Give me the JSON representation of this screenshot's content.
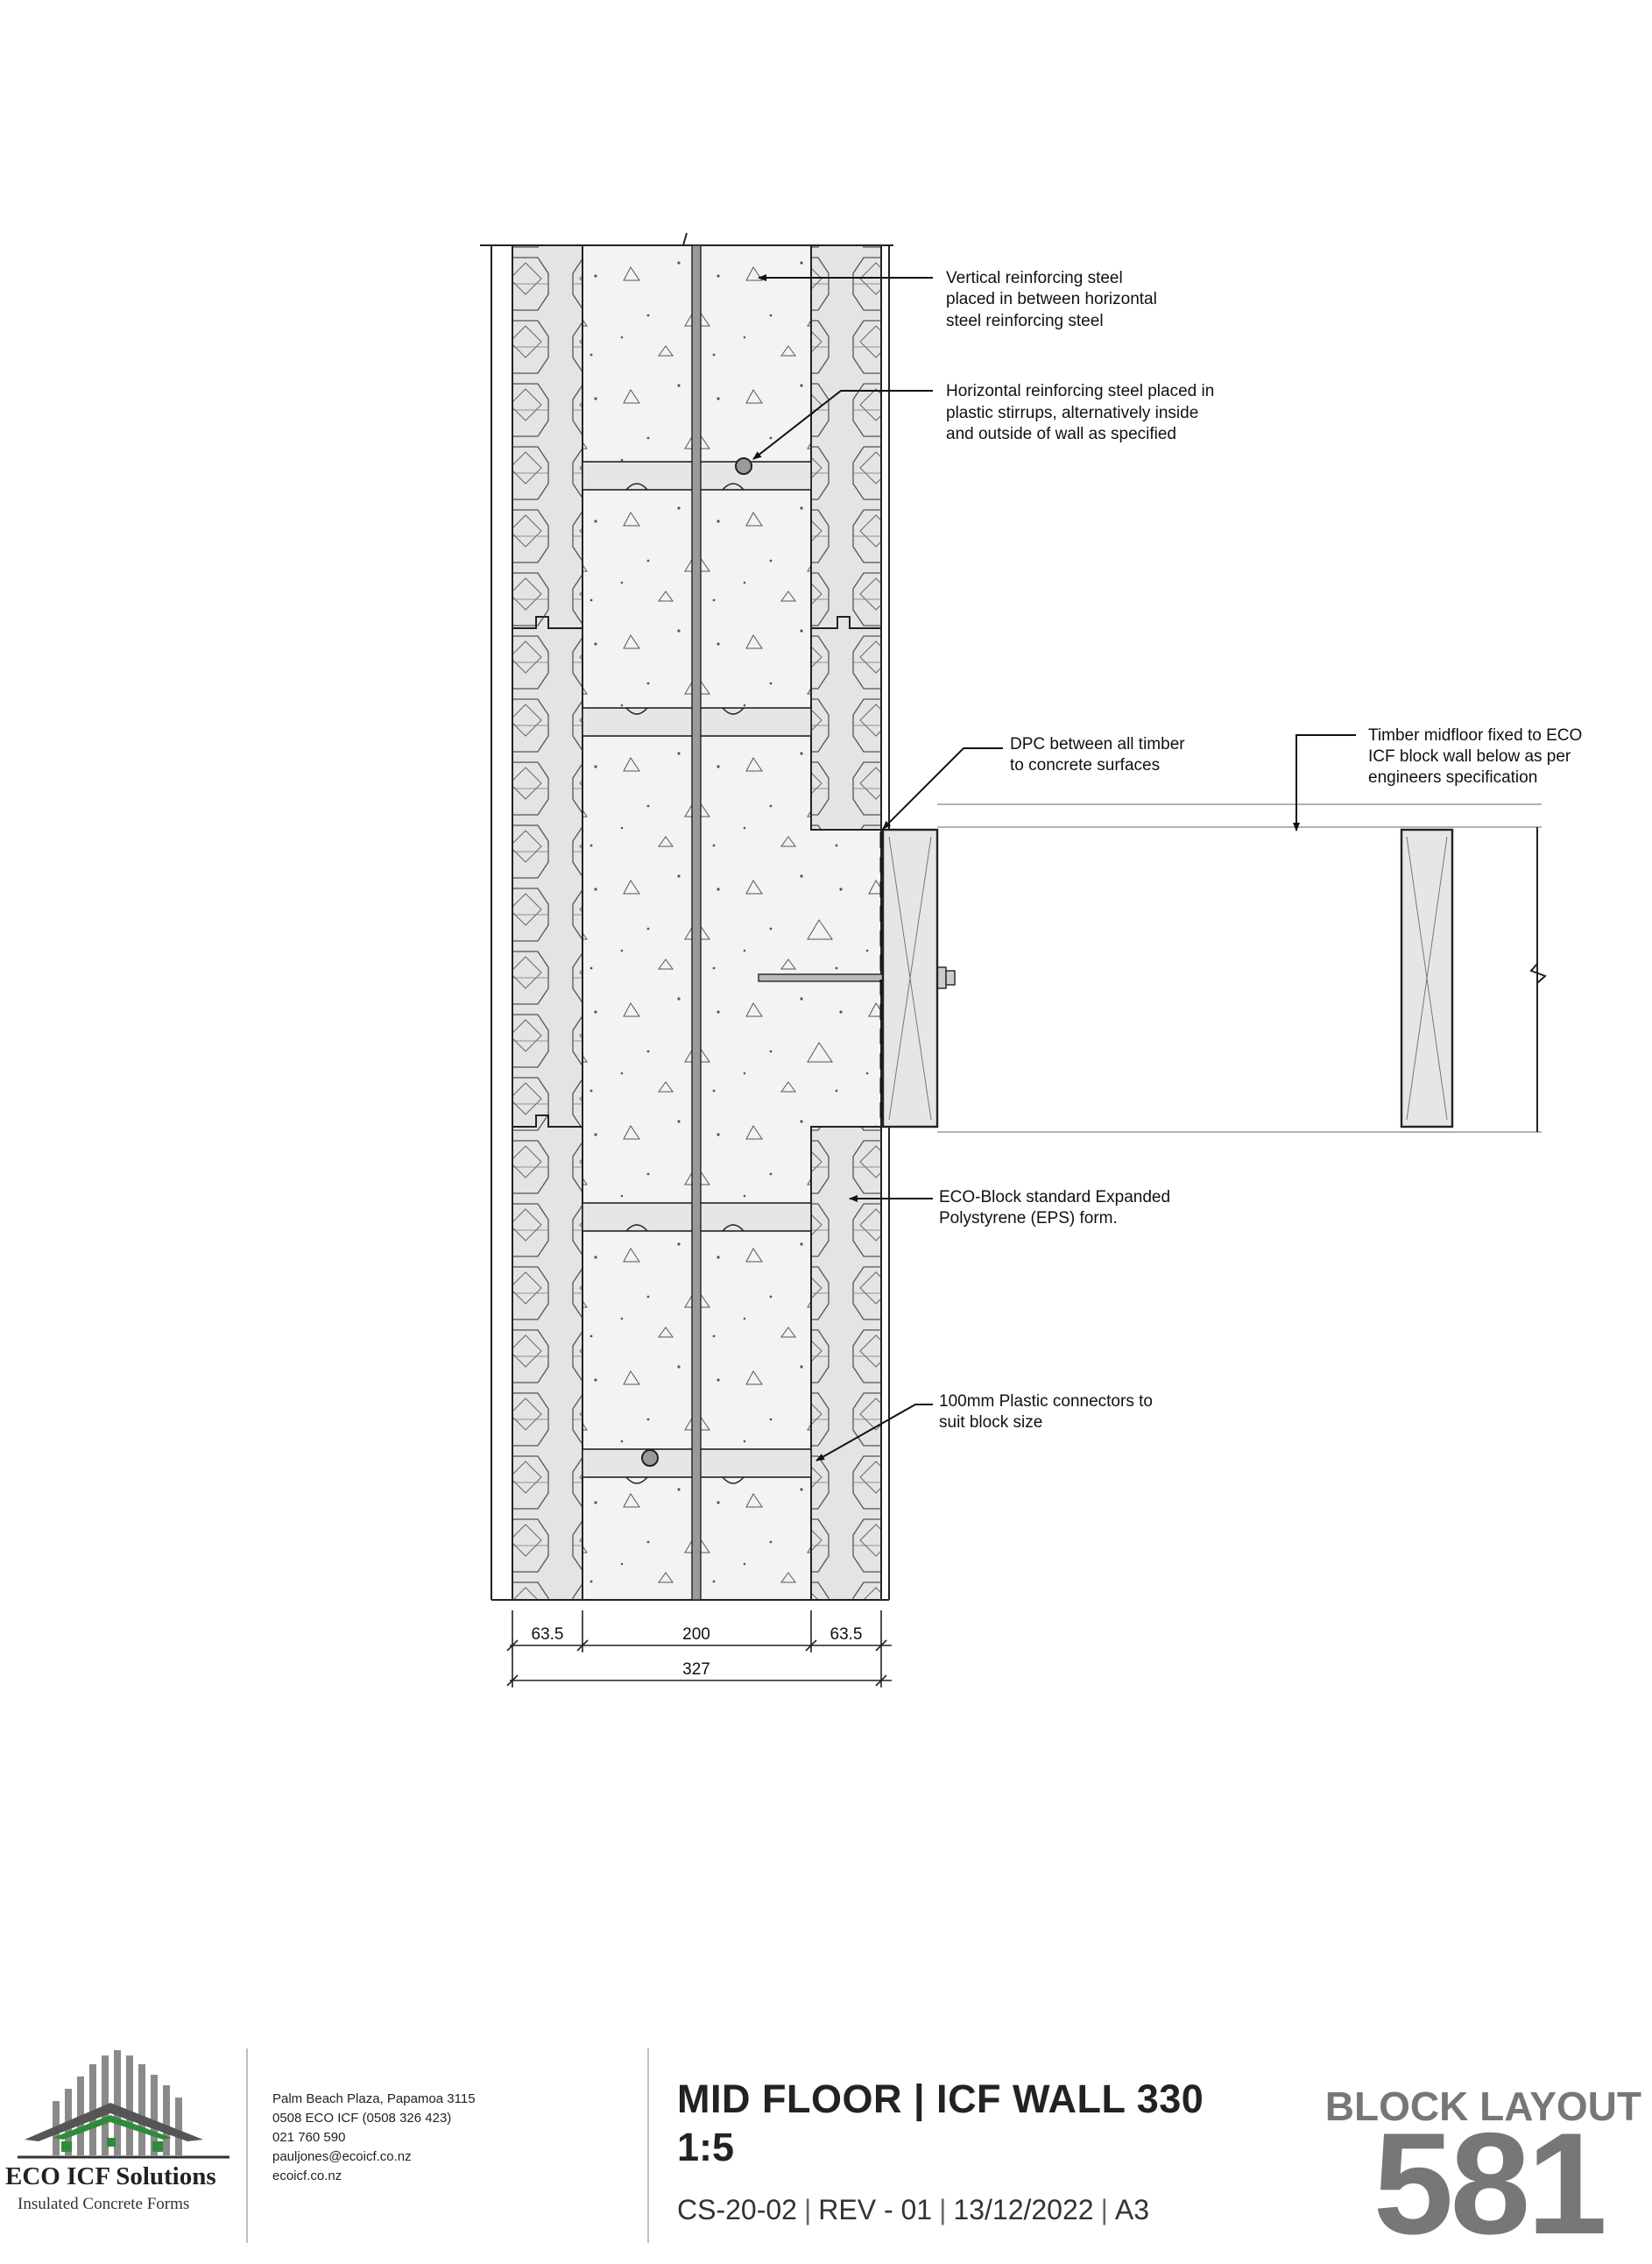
{
  "annotations": {
    "vertical_steel": [
      "Vertical reinforcing steel",
      "placed in between horizontal",
      "steel reinforcing steel"
    ],
    "horizontal_steel": [
      "Horizontal reinforcing steel placed in",
      "plastic stirrups, alternatively inside",
      "and outside of wall as specified"
    ],
    "dpc": [
      "DPC between all timber",
      "to concrete surfaces"
    ],
    "timber_midfloor": [
      "Timber midfloor fixed to ECO",
      "ICF block wall below as per",
      "engineers specification"
    ],
    "eps_form": [
      "ECO-Block standard Expanded",
      "Polystyrene (EPS) form."
    ],
    "connectors": [
      "100mm Plastic connectors to",
      "suit block size"
    ]
  },
  "dimensions": {
    "left_foam": "63.5",
    "core": "200",
    "right_foam": "63.5",
    "overall": "327"
  },
  "title_block": {
    "company_name": "ECO ICF Solutions",
    "company_tagline": "Insulated Concrete Forms",
    "address": [
      "Palm Beach Plaza, Papamoa 3115",
      "0508 ECO ICF (0508 326 423)",
      "021 760 590",
      "pauljones@ecoicf.co.nz",
      "ecoicf.co.nz"
    ],
    "title": "MID FLOOR | ICF WALL 330",
    "scale": "1:5",
    "drawing_no": "CS-20-02",
    "revision": "REV - 01",
    "date": "13/12/2022",
    "paper": "A3",
    "sheet_title": "BLOCK LAYOUT",
    "sheet_number": "581"
  },
  "colors": {
    "line": "#1a1a1a",
    "concrete": "#f2f2f2",
    "foam": "#e2e2e2",
    "timber": "#e6e6e6",
    "logo_green": "#2e8b3a",
    "logo_gray": "#8a8a8a",
    "sheet_gray": "#777777"
  }
}
